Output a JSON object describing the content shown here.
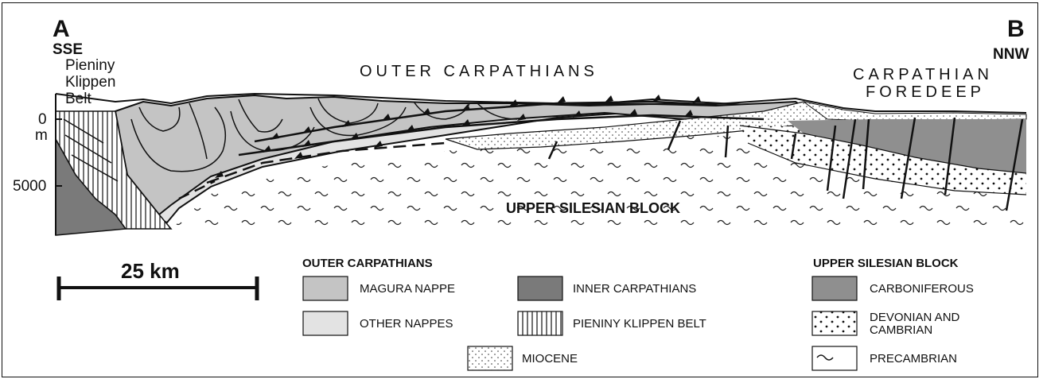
{
  "cross_section": {
    "end_left": "A",
    "end_right": "B",
    "direction_left": "SSE",
    "direction_right": "NNW",
    "klippen_label": [
      "Pieniny",
      "Klippen",
      "Belt"
    ],
    "outer_carpathians_title": "OUTER CARPATHIANS",
    "foredeep_label": [
      "CARPATHIAN",
      "FOREDEEP"
    ],
    "upper_silesian_label": "UPPER SILESIAN BLOCK",
    "depth_ticks": [
      "0",
      "m",
      "5000"
    ]
  },
  "scale_bar": {
    "label": "25 km"
  },
  "legend": {
    "group_left_title": "OUTER CARPATHIANS",
    "group_right_title": "UPPER SILESIAN BLOCK",
    "items": {
      "magura": "MAGURA NAPPE",
      "other": "OTHER NAPPES",
      "inner": "INNER CARPATHIANS",
      "pieniny": "PIENINY KLIPPEN BELT",
      "miocene": "MIOCENE",
      "carboniferous": "CARBONIFEROUS",
      "devonian": [
        "DEVONIAN AND",
        "CAMBRIAN"
      ],
      "precambrian": "PRECAMBRIAN"
    }
  },
  "colors": {
    "magura": "#c4c4c4",
    "other_nappes": "#e3e3e3",
    "inner_carpathians": "#7a7a7a",
    "carboniferous": "#8f8f8f",
    "outline": "#111111"
  }
}
